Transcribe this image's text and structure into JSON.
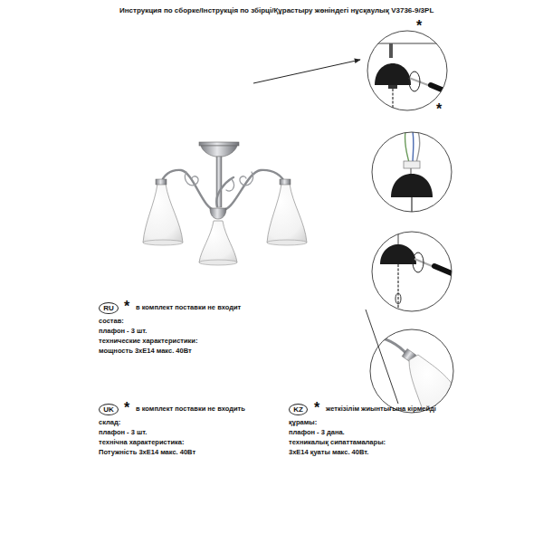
{
  "diagram": {
    "title": "Инструкция по сборке/Інструкція по збірці/Құрастыру жөніндегі нұсқаулық V3736-9/3PL",
    "nodes": [
      {
        "text": [
          "RU"
        ]
      },
      {
        "text": [
          "UK"
        ]
      },
      {
        "text": [
          "KZ"
        ]
      }
    ],
    "labels": [
      "*",
      "*",
      "*",
      "в комплект поставки не входит",
      "состав:",
      "плафон - 3 шт.",
      "технические характеристики:",
      "мощность 3хЕ14 макс. 40Вт",
      "*",
      "в комплект поставки не входить",
      "склад:",
      "плафон - 3 шт.",
      "технічна характеристика:",
      "Потужність 3хЕ14 макс. 40Вт",
      "*",
      "жеткізілім жиынтығына кірмейді",
      "құрамы:",
      "плафон - 3 дана.",
      "техникалық сипаттамалары:",
      "3хЕ14 қуаты макс. 40Вт."
    ]
  }
}
